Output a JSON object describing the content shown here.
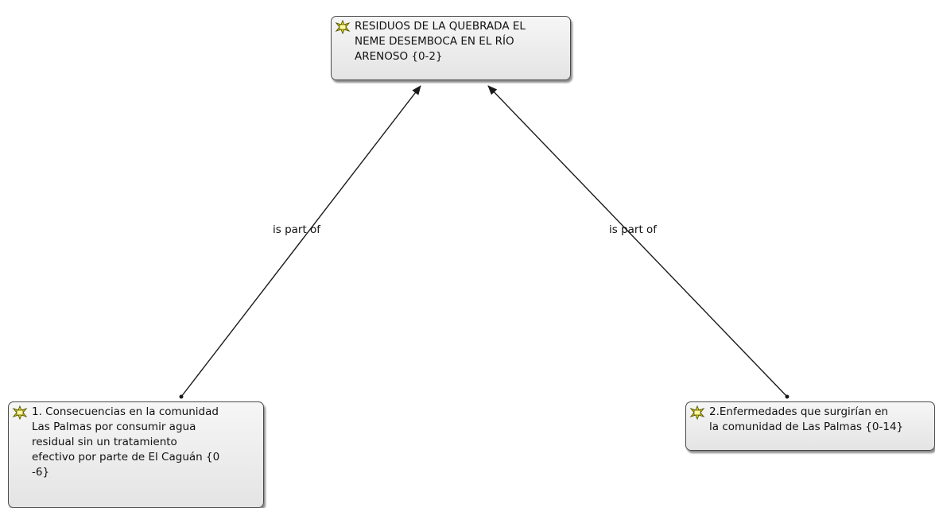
{
  "nodes": {
    "top": {
      "label": "RESIDUOS DE LA QUEBRADA EL\nNEME DESEMBOCA EN EL RÍO\nARENOSO {0-2}",
      "icon": "code-family-icon"
    },
    "left": {
      "label": "1. Consecuencias en la comunidad\nLas Palmas por consumir agua\nresidual sin un tratamiento\nefectivo por parte de El Caguán {0\n-6}",
      "icon": "code-family-icon"
    },
    "right": {
      "label": "2.Enfermedades que surgirían en\nla comunidad de Las Palmas {0-14}",
      "icon": "code-family-icon"
    }
  },
  "edges": {
    "left": {
      "label": "is part of"
    },
    "right": {
      "label": "is part of"
    }
  },
  "colors": {
    "line": "#1a1a1a",
    "icon_fill": "#f2e61a",
    "icon_stroke": "#5a5a00"
  }
}
